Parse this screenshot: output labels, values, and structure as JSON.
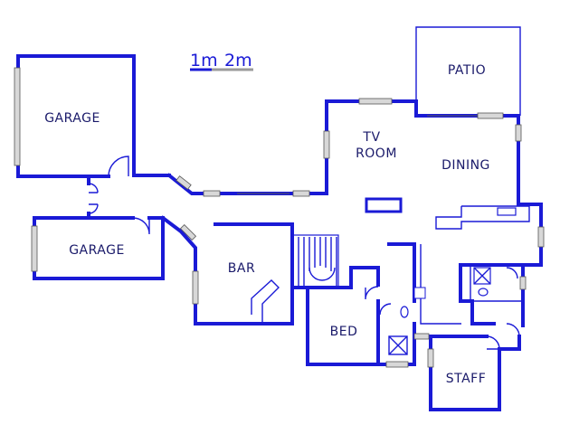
{
  "scale_bar": {
    "label_1": "1m",
    "label_2": "2m"
  },
  "rooms": {
    "garage_top": "GARAGE",
    "garage_bottom": "GARAGE",
    "patio": "PATIO",
    "tv_room_line1": "TV",
    "tv_room_line2": "ROOM",
    "dining": "DINING",
    "bar": "BAR",
    "bed": "BED",
    "staff": "STAFF"
  },
  "colors": {
    "wall": "#1a1ad6",
    "window": "#d8d8d8",
    "label": "#1a1a6a"
  }
}
